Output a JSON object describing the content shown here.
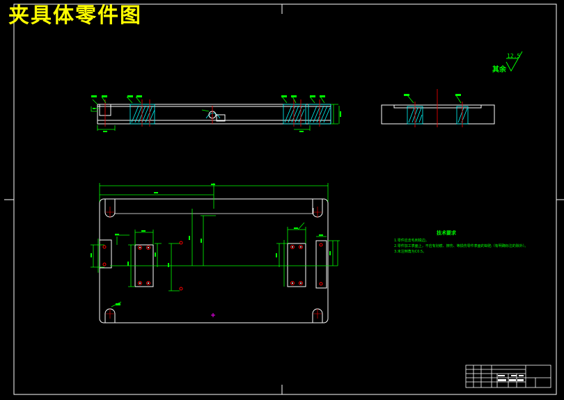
{
  "drawing": {
    "title": "夹具体零件图",
    "surface_finish": {
      "label": "其余",
      "ra_value": "12.5"
    }
  },
  "technical_requirements": {
    "heading": "技术要求",
    "lines": [
      "1.零件应去毛刺锐边。",
      "2.零件加工表面上，不应有划痕、擦伤、等损伤零件表面的缺陷（有明确标注的除外）。",
      "3.未注倒角为C0.5。"
    ]
  },
  "colors": {
    "background": "#000000",
    "frame": "#ffffff",
    "outline": "#ffffff",
    "dimension": "#00ff00",
    "centerline": "#ff0000",
    "hatch": "#00ffff",
    "title_text": "#ffff00",
    "center_mark": "#ff00ff"
  }
}
